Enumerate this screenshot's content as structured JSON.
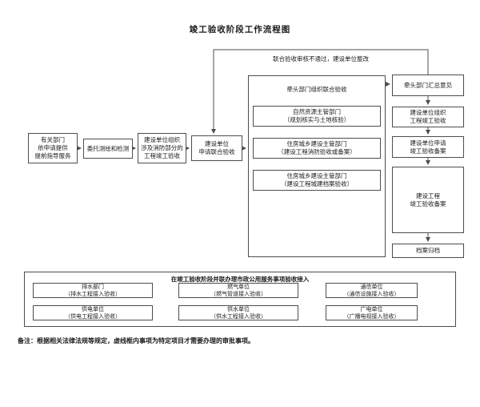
{
  "page": {
    "title": "竣工验收阶段工作流程图"
  },
  "colors": {
    "border": "#4d4d4d",
    "text": "#1a1a1a",
    "background": "#ffffff"
  },
  "feedback": {
    "label": "联合验收审核不通过，建设单位整改"
  },
  "flow": [
    {
      "text": "有关部门\n依申请提供\n提前指导服务"
    },
    {
      "text": "委托测绘和检测"
    },
    {
      "text": "建设单位组织\n涉及消防部分的\n工程竣工验收"
    },
    {
      "text": "建设单位\n申请联合验收"
    }
  ],
  "joint": {
    "title": "牵头部门组织联合验收",
    "subs": [
      {
        "text": "自然资源主管部门\n（规划核实与土地核验）"
      },
      {
        "text": "住房城乡建设主管部门\n（建设工程消防验收或备案）"
      },
      {
        "text": "住房城乡建设主管部门\n（建设工程城建档案验收）"
      }
    ]
  },
  "right": [
    {
      "text": "牵头部门汇总意见"
    },
    {
      "text": "建设单位组织\n工程竣工验收"
    },
    {
      "text": "建设单位申请\n竣工验收备案"
    },
    {
      "text": "建设工程\n竣工验收备案"
    },
    {
      "text": "档案归档"
    }
  ],
  "parallel": {
    "title": "在竣工验收阶段并联办理市政公用服务事项验收接入",
    "items": [
      {
        "text": "排水部门\n（排水工程接入验收）"
      },
      {
        "text": "燃气单位\n（燃气管道接入验收）"
      },
      {
        "text": "通信单位\n（通信设施接入验收）"
      },
      {
        "text": "供电单位\n（供电工程接入验收）"
      },
      {
        "text": "供水单位\n（供水工程接入验收）"
      },
      {
        "text": "广电单位\n（广播电视接入验收）"
      }
    ]
  },
  "note": "备注：根据相关法律法规等规定，虚线框内事项为特定项目才需要办理的审批事项。"
}
